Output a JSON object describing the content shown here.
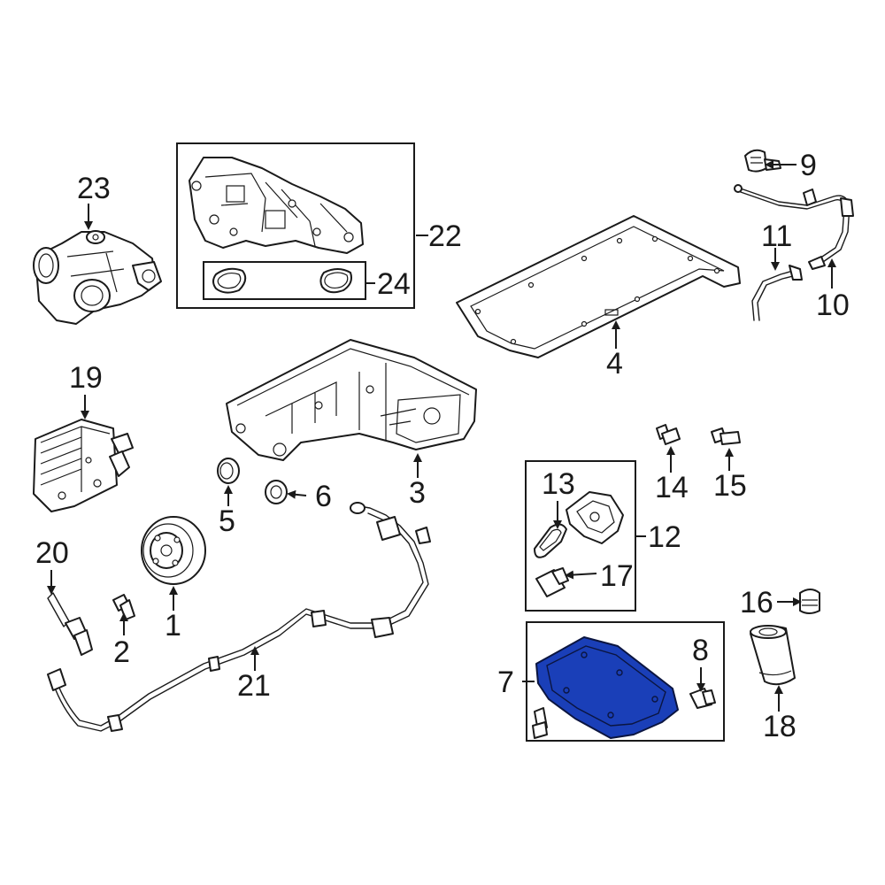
{
  "diagram": {
    "highlight_color": "#1a3fb8",
    "callouts": [
      {
        "id": "c1",
        "label": "1"
      },
      {
        "id": "c2",
        "label": "2"
      },
      {
        "id": "c3",
        "label": "3"
      },
      {
        "id": "c4",
        "label": "4"
      },
      {
        "id": "c5",
        "label": "5"
      },
      {
        "id": "c6",
        "label": "6"
      },
      {
        "id": "c7",
        "label": "7"
      },
      {
        "id": "c8",
        "label": "8"
      },
      {
        "id": "c9",
        "label": "9"
      },
      {
        "id": "c10",
        "label": "10"
      },
      {
        "id": "c11",
        "label": "11"
      },
      {
        "id": "c12",
        "label": "12"
      },
      {
        "id": "c13",
        "label": "13"
      },
      {
        "id": "c14",
        "label": "14"
      },
      {
        "id": "c15",
        "label": "15"
      },
      {
        "id": "c16",
        "label": "16"
      },
      {
        "id": "c17",
        "label": "17"
      },
      {
        "id": "c18",
        "label": "18"
      },
      {
        "id": "c19",
        "label": "19"
      },
      {
        "id": "c20",
        "label": "20"
      },
      {
        "id": "c21",
        "label": "21"
      },
      {
        "id": "c22",
        "label": "22"
      },
      {
        "id": "c23",
        "label": "23"
      },
      {
        "id": "c24",
        "label": "24"
      }
    ]
  }
}
